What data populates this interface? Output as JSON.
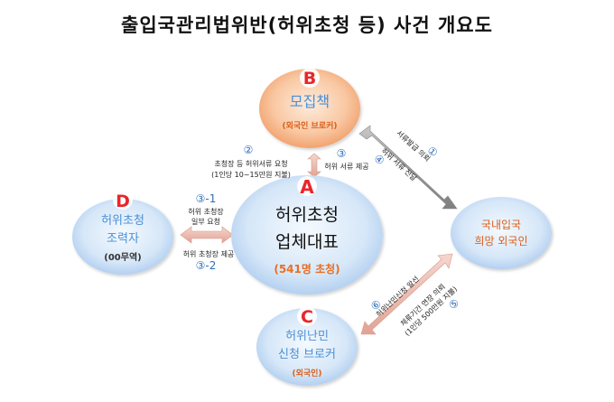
{
  "title": "출입국관리법위반(허위초청 등) 사건 개요도",
  "nodes": {
    "a": {
      "letter": "A",
      "line1": "허위초청",
      "line2": "업체대표",
      "sub": "(541명 초청)"
    },
    "b": {
      "letter": "B",
      "line1": "모집책",
      "sub": "(외국인 브로커)"
    },
    "c": {
      "letter": "C",
      "line1": "허위난민",
      "line2": "신청 브로커",
      "sub": "(외국인)"
    },
    "d": {
      "letter": "D",
      "line1": "허위초청",
      "line2": "조력자",
      "sub": "(00무역)"
    },
    "e": {
      "line1": "국내입국",
      "line2": "희망 외국인"
    }
  },
  "edges": {
    "ab_num": "②",
    "ab_label1": "초청장 등 허위서류 요청",
    "ab_label2": "(1인당 10~15만원 지불)",
    "ba_num": "③",
    "ba_label": "허위 서류 제공",
    "da_num1": "③-1",
    "da_label1a": "허위 초청장",
    "da_label1b": "일부 요청",
    "da_label2": "허위 초청장 제공",
    "da_num2": "③-2",
    "be_num1": "①",
    "be_label1": "서류발급 의뢰",
    "be_label2": "허위 서류 전달",
    "be_num2": "④",
    "ce_num1": "⑥",
    "ce_label1": "허위난민신청 알선",
    "ce_label2": "체류기간 연장 의뢰",
    "ce_label3": "(1인당 500만원 지불)",
    "ce_num2": "⑤"
  },
  "colors": {
    "node_fill_center": "#f2f7fd",
    "node_fill_edge": "#b7d3f1",
    "b_fill_center": "#fde9d8",
    "b_fill_edge": "#f3a572",
    "letter": "#e8262b",
    "node_text": "#4a8fd6",
    "node_sub": "#d9601d",
    "arrow_gray": "#9a9a9a",
    "arrow_pink": "#e8b4a9",
    "num": "#2f6fb7"
  }
}
